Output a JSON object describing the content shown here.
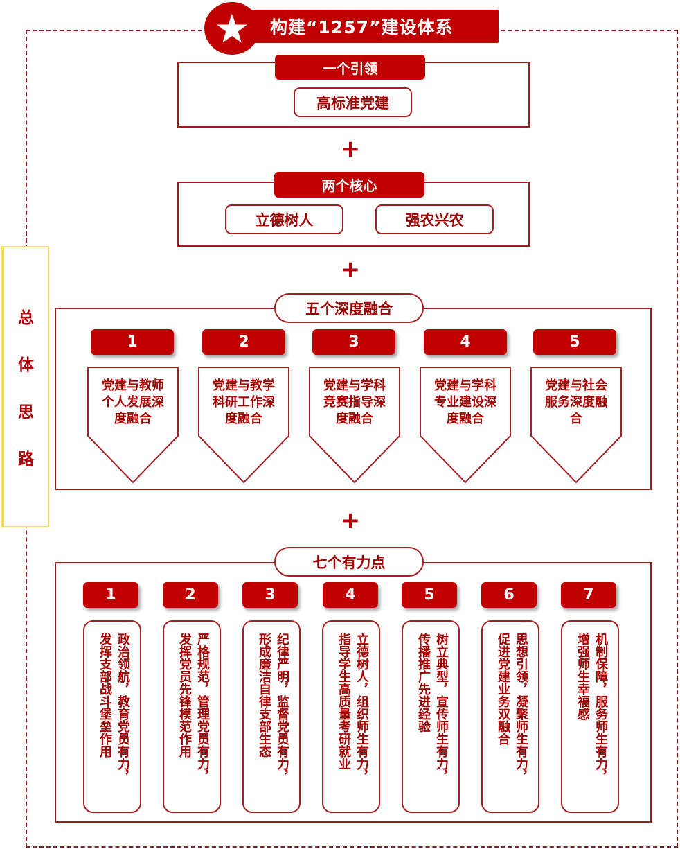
{
  "header": {
    "title": "构建“1257”建设体系",
    "icon": "star-icon"
  },
  "side_label": {
    "chars": [
      "总",
      "体",
      "思",
      "路"
    ],
    "text": "总体思路"
  },
  "plus_symbol": "+",
  "section1": {
    "tab": "一个引领",
    "items": [
      "高标准党建"
    ]
  },
  "section2": {
    "tab": "两个核心",
    "items": [
      "立德树人",
      "强农兴农"
    ]
  },
  "section3": {
    "tab": "五个深度融合",
    "items": [
      {
        "num": "1",
        "text": "党建与教师个人发展深度融合"
      },
      {
        "num": "2",
        "text": "党建与教学科研工作深度融合"
      },
      {
        "num": "3",
        "text": "党建与学科竞赛指导深度融合"
      },
      {
        "num": "4",
        "text": "党建与学科专业建设深度融合"
      },
      {
        "num": "5",
        "text": "党建与社会服务深度融合"
      }
    ]
  },
  "section4": {
    "tab": "七个有力点",
    "items": [
      {
        "num": "1",
        "line1": "政治领航，教育党员有力，",
        "line2": "发挥支部战斗堡垒作用"
      },
      {
        "num": "2",
        "line1": "严格规范，管理党员有力，",
        "line2": "发挥党员先锋模范作用"
      },
      {
        "num": "3",
        "line1": "纪律严明，监督党员有力，",
        "line2": "形成廉洁自律支部生态"
      },
      {
        "num": "4",
        "line1": "立德树人，组织师生有力，",
        "line2": "指导学生高质量考研就业"
      },
      {
        "num": "5",
        "line1": "树立典型，宣传师生有力，",
        "line2": "传播推广先进经验"
      },
      {
        "num": "6",
        "line1": "思想引领，凝聚师生有力，",
        "line2": "促进党建业务双融合"
      },
      {
        "num": "7",
        "line1": "机制保障，服务师生有力，",
        "line2": "增强师生幸福感"
      }
    ]
  },
  "colors": {
    "primary_red": "#c00000",
    "border_red": "#9b1b1b",
    "text_red": "#a80000",
    "side_yellow": "#f5e04a"
  }
}
